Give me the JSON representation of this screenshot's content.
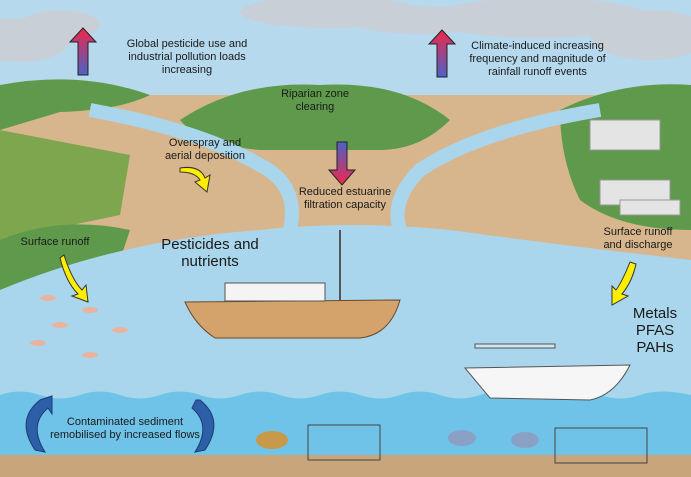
{
  "labels": {
    "global_pressure": [
      "Global pesticide use and",
      "industrial pollution loads",
      "increasing"
    ],
    "climate": [
      "Climate-induced increasing",
      "frequency and magnitude of",
      "rainfall runoff events"
    ],
    "riparian": [
      "Riparian zone",
      "clearing"
    ],
    "overspray": [
      "Overspray and",
      "aerial deposition"
    ],
    "filtration": [
      "Reduced estuarine",
      "filtration capacity"
    ],
    "surface_runoff_left": "Surface runoff",
    "pesticides": [
      "Pesticides and",
      "nutrients"
    ],
    "surface_runoff_right": [
      "Surface runoff",
      "and discharge"
    ],
    "contaminants": [
      "Metals",
      "PFAS",
      "PAHs"
    ],
    "sediment": [
      "Contaminated sediment",
      "remobilised by increased flows"
    ]
  },
  "colors": {
    "sky": "#b6d9ee",
    "hill": "#5f9a4c",
    "land": "#d8b68d",
    "water": "#a9d6ec",
    "deep_water": "#6fc3e8",
    "sediment": "#c8a57a",
    "arrow_up_top": "#f0274a",
    "arrow_bottom": "#4a62c8",
    "runoff_arrow": "#ffee00",
    "cycle_arrow": "#2d5fa8"
  }
}
